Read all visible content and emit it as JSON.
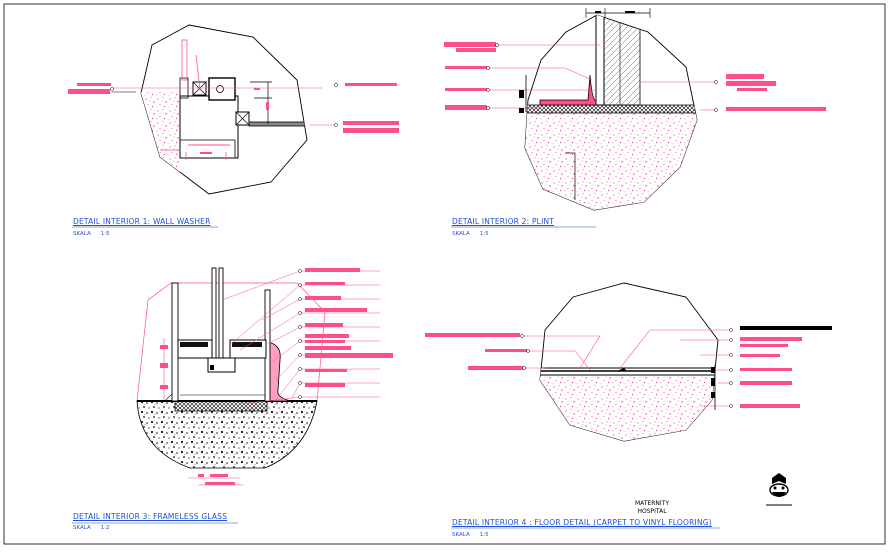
{
  "details": [
    {
      "title": "DETAIL INTERIOR 1: WALL WASHER",
      "scale_label": "SKALA",
      "scale_value": "1:5"
    },
    {
      "title": "DETAIL INTERIOR 2: PLINT",
      "scale_label": "SKALA",
      "scale_value": "1:5"
    },
    {
      "title": "DETAIL INTERIOR 3: FRAMELESS GLASS",
      "scale_label": "SKALA",
      "scale_value": "1:2"
    },
    {
      "title": "DETAIL INTERIOR 4 : FLOOR DETAIL (CARPET TO VINYL FLOORING)",
      "scale_label": "SKALA",
      "scale_value": "1:5"
    }
  ],
  "project": {
    "line1": "MATERNITY",
    "line2": "HOSPITAL"
  },
  "colors": {
    "annotation": "#ff4f8b",
    "outline": "#000000",
    "title_text": "#1f4fd6",
    "leader": "#e0406f"
  },
  "icons": [
    "logo-emblem-icon"
  ]
}
